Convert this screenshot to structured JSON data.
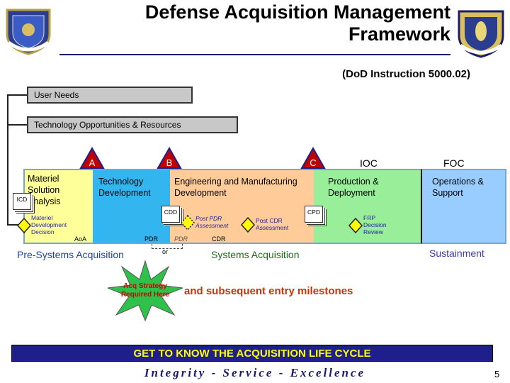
{
  "header": {
    "title_line1": "Defense Acquisition Management",
    "title_line2": "Framework",
    "subtitle": "(DoD Instruction 5000.02)",
    "left_seal": "Air Force Materiel Command seal",
    "right_seal": "Electronic Systems Center seal"
  },
  "inputs": {
    "user_needs": "User Needs",
    "tech_opportunities": "Technology Opportunities & Resources"
  },
  "milestones": {
    "a": "A",
    "b": "B",
    "c": "C",
    "ioc": "IOC",
    "foc": "FOC"
  },
  "phases": {
    "materiel_solution_analysis": "Materiel Solution Analysis",
    "technology_development": "Technology Development",
    "emd": "Engineering and Manufacturing Development",
    "production_deployment": "Production & Deployment",
    "operations_support": "Operations & Support"
  },
  "documents": {
    "icd": "ICD",
    "cdd": "CDD",
    "cpd": "CPD"
  },
  "decision_points": {
    "mdd": "Materiel Development Decision",
    "post_pdr": "Post PDR Assessment",
    "post_cdr": "Post CDR Assessment",
    "frp": "FRP Decision Review"
  },
  "reviews": {
    "aoa": "AoA",
    "pdr": "PDR",
    "pdr_italic": "PDR",
    "cdr": "CDR",
    "or": "or"
  },
  "groupings": {
    "pre_systems": "Pre-Systems Acquisition",
    "systems": "Systems Acquisition",
    "sustainment": "Sustainment"
  },
  "starburst": {
    "line1": "Acq Strategy",
    "line2": "Required Here",
    "note": "and subsequent entry milestones"
  },
  "footer": {
    "banner": "GET TO KNOW THE ACQUISITION LIFE CYCLE",
    "motto": "Integrity - Service - Excellence",
    "page_number": "5"
  },
  "colors": {
    "navy": "#1f1f8c",
    "milestone_fill": "#c00000",
    "milestone_outline": "#1f1f8c",
    "diamond": "#ffff00",
    "phase_msa": "#ffff99",
    "phase_td": "#33b5f0",
    "phase_emd": "#ffcc99",
    "phase_pd": "#99ee99",
    "phase_os": "#99ccff",
    "starburst": "#2ec24a",
    "note_red": "#cc3300"
  }
}
